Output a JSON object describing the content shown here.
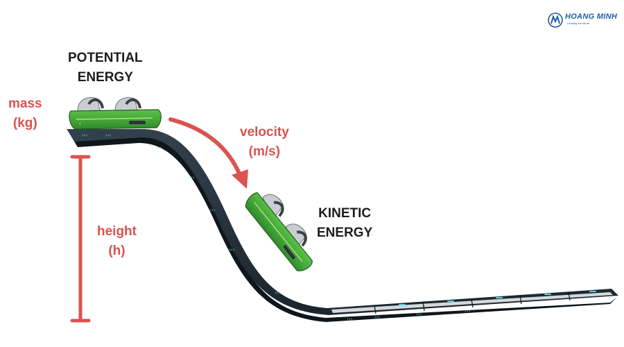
{
  "logo": {
    "name": "HOANG MINH",
    "tagline": "Leading the future"
  },
  "labels": {
    "potential": {
      "line1": "POTENTIAL",
      "line2": "ENERGY"
    },
    "kinetic": {
      "line1": "KINETIC",
      "line2": "ENERGY"
    },
    "mass": {
      "line1": "mass",
      "line2": "(kg)"
    },
    "velocity": {
      "line1": "velocity",
      "line2": "(m/s)"
    },
    "height": {
      "line1": "height",
      "line2": "(h)"
    }
  },
  "colors": {
    "annotation_red": "#d9534f",
    "track_dark": "#1f2a33",
    "cart_green": "#3fa535",
    "brand_blue": "#1e5aa8"
  }
}
